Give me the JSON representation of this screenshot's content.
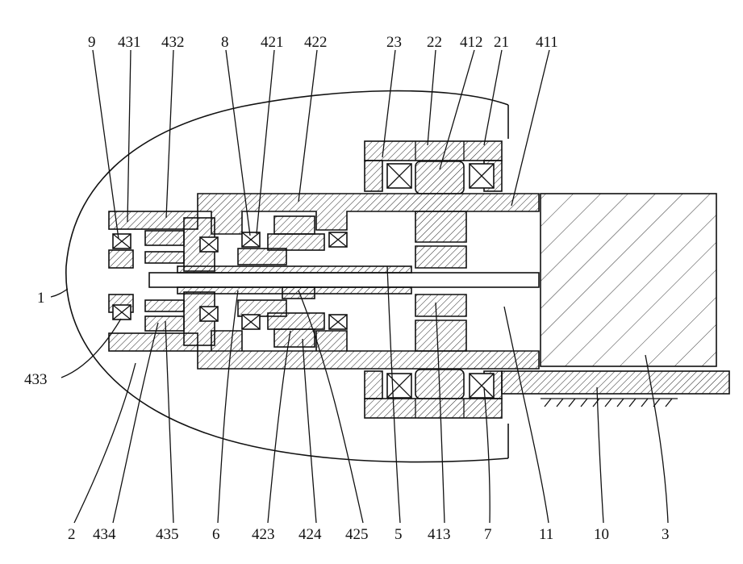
{
  "labels_top": [
    "9",
    "431",
    "432",
    "8",
    "421",
    "422",
    "23",
    "22",
    "412",
    "21",
    "411"
  ],
  "labels_left": [
    "1",
    "433"
  ],
  "labels_bottom": [
    "2",
    "434",
    "435",
    "6",
    "423",
    "424",
    "425",
    "5",
    "413",
    "7",
    "11",
    "10",
    "3"
  ]
}
